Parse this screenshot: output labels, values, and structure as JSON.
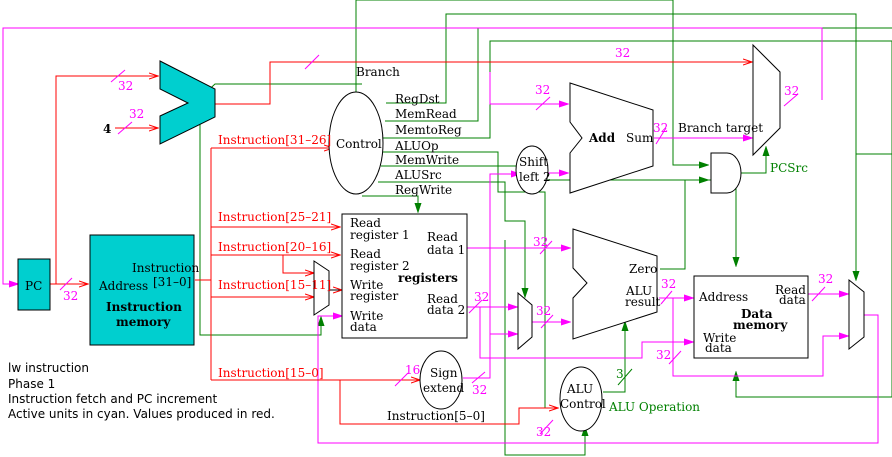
{
  "colors": {
    "active_unit": "#00cfcf",
    "value_produced": "#ff0000",
    "datapath_wire": "#ff00ff",
    "control_wire": "#008000",
    "idle_unit": "#ffffff",
    "outline": "#000000"
  },
  "caption": {
    "lines": [
      "lw instruction",
      "Phase 1",
      "Instruction fetch and PC increment",
      "Active units in cyan.  Values produced in red."
    ]
  },
  "units": {
    "pc": {
      "label": "PC",
      "active": true
    },
    "pc_adder": {
      "label": "",
      "input_constant": "4",
      "active": true
    },
    "instruction_memory": {
      "address_label": "Address",
      "output_label": "Instruction",
      "output_range": "[31–0]",
      "title_line1": "Instruction",
      "title_line2": "memory",
      "active": true
    },
    "control": {
      "label": "Control"
    },
    "registers": {
      "title": "registers",
      "ports": {
        "read_register_1": [
          "Read",
          "register 1"
        ],
        "read_register_2": [
          "Read",
          "register 2"
        ],
        "write_register": [
          "Write",
          "register"
        ],
        "write_data": [
          "Write",
          "data"
        ],
        "read_data_1": [
          "Read",
          "data 1"
        ],
        "read_data_2": [
          "Read",
          "data 2"
        ]
      }
    },
    "sign_extend": {
      "line1": "Sign",
      "line2": "extend"
    },
    "shift_left_2": {
      "line1": "Shift",
      "line2": "left 2"
    },
    "branch_adder": {
      "label_add": "Add",
      "label_sum": "Sum"
    },
    "alu": {
      "zero_label": "Zero",
      "result_line1": "ALU",
      "result_line2": "result"
    },
    "alu_control": {
      "line1": "ALU",
      "line2": "Control"
    },
    "data_memory": {
      "address_label": "Address",
      "read_data": [
        "Read",
        "data"
      ],
      "write_data": [
        "Write",
        "data"
      ],
      "title_line1": "Data",
      "title_line2": "memory"
    }
  },
  "control_signals": [
    "Branch",
    "RegDst",
    "MemRead",
    "MemtoReg",
    "ALUOp",
    "MemWrite",
    "ALUSrc",
    "RegWrite"
  ],
  "instruction_fields": {
    "opcode": "Instruction[31–26]",
    "rs": "Instruction[25–21]",
    "rt": "Instruction[20–16]",
    "rd": "Instruction[15–11]",
    "imm": "Instruction[15–0]",
    "funct": "Instruction[5–0]"
  },
  "signal_labels": {
    "branch_target": "Branch target",
    "pcsrc": "PCSrc",
    "alu_operation": "ALU Operation"
  },
  "bus_widths": {
    "adder_in_a": "32",
    "adder_in_b": "32",
    "pc_out": "32",
    "adder_out": "32",
    "branch_add_in": "32",
    "sum_out": "32",
    "pc_mux_out": "32",
    "read_data_1": "32",
    "read_data_2": "32",
    "alusrc_mux_out": "32",
    "sign_in": "16",
    "sign_out": "32",
    "alu_result": "32",
    "write_data_dm": "32",
    "dm_read_data": "32",
    "alu_op_width": "3",
    "writeback_bus": "32"
  }
}
